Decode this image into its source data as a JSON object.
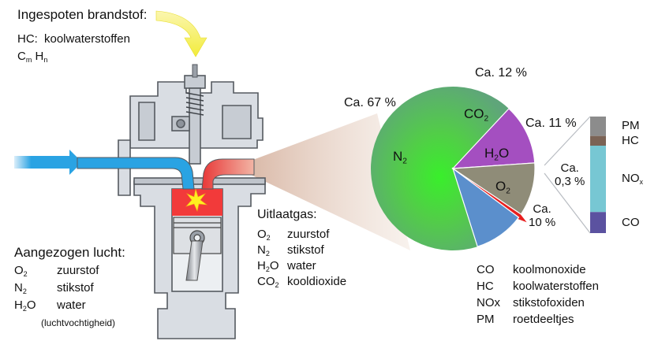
{
  "fuel_label": "Ingespoten brandstof:",
  "fuel_hc": {
    "abbr": "HC:",
    "name": "koolwaterstoffen"
  },
  "fuel_formula": {
    "c": "C",
    "m": "m",
    "h": "H",
    "n": "n"
  },
  "intake_title": "Aangezogen lucht:",
  "intake_items": [
    {
      "el": "O",
      "sub": "2",
      "el2": "",
      "name": "zuurstof"
    },
    {
      "el": "N",
      "sub": "2",
      "el2": "",
      "name": "stikstof"
    },
    {
      "el": "H",
      "sub": "2",
      "el2": "O",
      "name": "water"
    }
  ],
  "intake_note": "(luchtvochtigheid)",
  "exhaust_title": "Uitlaatgas:",
  "exhaust_items": [
    {
      "el": "O",
      "sub": "2",
      "el2": "",
      "name": "zuurstof"
    },
    {
      "el": "N",
      "sub": "2",
      "el2": "",
      "name": "stikstof"
    },
    {
      "el": "H",
      "sub": "2",
      "el2": "O",
      "name": "water"
    },
    {
      "el": "CO",
      "sub": "2",
      "el2": "",
      "name": "kooldioxide"
    }
  ],
  "pie": {
    "slices": [
      {
        "label_main": "N",
        "label_sub": "2",
        "label_tail": "",
        "pct_text": "Ca. 67 %",
        "value": 67,
        "color": "#5fa57a"
      },
      {
        "label_main": "CO",
        "label_sub": "2",
        "label_tail": "",
        "pct_text": "Ca. 12 %",
        "value": 12,
        "color": "#a44fc0"
      },
      {
        "label_main": "H",
        "label_sub": "2",
        "label_tail": "O",
        "pct_text": "Ca. 11 %",
        "value": 11,
        "color": "#8f8c78"
      },
      {
        "label_main": "",
        "label_sub": "",
        "label_tail": "",
        "pct_text": "Ca.\n0,3 %",
        "value": 0.3,
        "color": "#e81f1f"
      },
      {
        "label_main": "O",
        "label_sub": "2",
        "label_tail": "",
        "pct_text": "Ca.\n10 %",
        "value": 10,
        "color": "#5b8fcc"
      }
    ]
  },
  "bar": {
    "segments": [
      {
        "label": "PM",
        "sub": "",
        "color": "#8c8c8c",
        "share": 0.24
      },
      {
        "label": "HC",
        "sub": "",
        "color": "#7b6355",
        "share": 0.12
      },
      {
        "label": "NO",
        "sub": "x",
        "color": "#77c7d3",
        "share": 0.82
      },
      {
        "label": "CO",
        "sub": "",
        "color": "#5b52a0",
        "share": 0.26
      }
    ]
  },
  "legend": [
    {
      "abbr": "CO",
      "name": "koolmonoxide"
    },
    {
      "abbr": "HC",
      "name": "koolwaterstoffen"
    },
    {
      "abbr": "NOx",
      "name": "stikstofoxiden"
    },
    {
      "abbr": "PM",
      "name": "roetdeeltjes"
    }
  ],
  "colors": {
    "engine_body": "#d9dde3",
    "engine_outline": "#555a60",
    "intake_flow": "#2aa3e3",
    "exhaust_flow": "#e84040",
    "fuel_arrow": "#f2ec3a",
    "combustion": "#f23a3a"
  }
}
